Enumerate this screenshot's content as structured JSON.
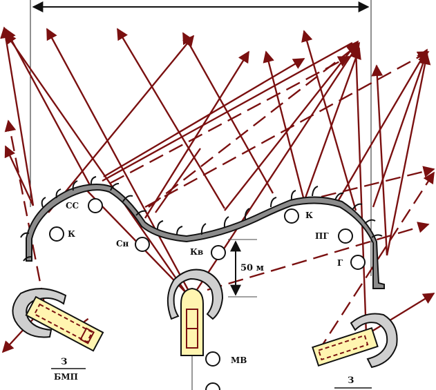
{
  "labels": {
    "ss": "СС",
    "k_left": "К",
    "sn": "Сн",
    "kv": "Кв",
    "k_right": "К",
    "pg": "ПГ",
    "g": "Г",
    "dist": "50 м",
    "mv": "МВ",
    "z_left": "З",
    "bmp": "БМП",
    "z_right": "З"
  },
  "colors": {
    "arrow": "#7a1010",
    "trench": "#8c8c8c",
    "trench_outline": "#111111",
    "parapet": "#cfcfcf",
    "vehicle_fill": "#fff5b0"
  }
}
